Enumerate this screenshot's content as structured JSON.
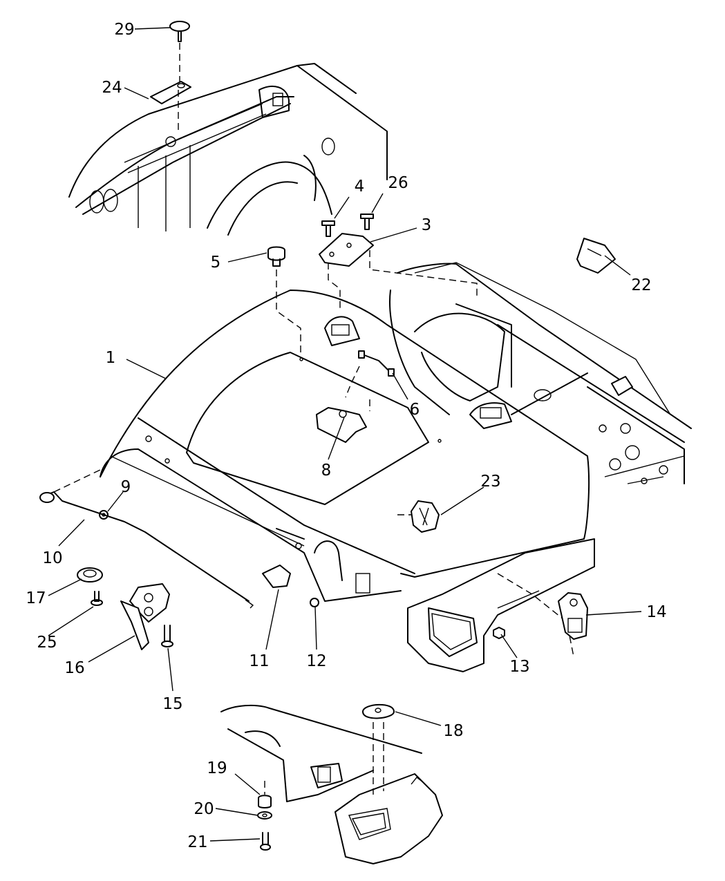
{
  "callouts": {
    "c1": "1",
    "c3": "3",
    "c4": "4",
    "c5": "5",
    "c6": "6",
    "c8": "8",
    "c9": "9",
    "c10": "10",
    "c11": "11",
    "c12": "12",
    "c13": "13",
    "c14": "14",
    "c15": "15",
    "c16": "16",
    "c17": "17",
    "c18": "18",
    "c19": "19",
    "c20": "20",
    "c21": "21",
    "c22": "22",
    "c23": "23",
    "c24": "24",
    "c25": "25",
    "c26": "26",
    "c29": "29"
  }
}
